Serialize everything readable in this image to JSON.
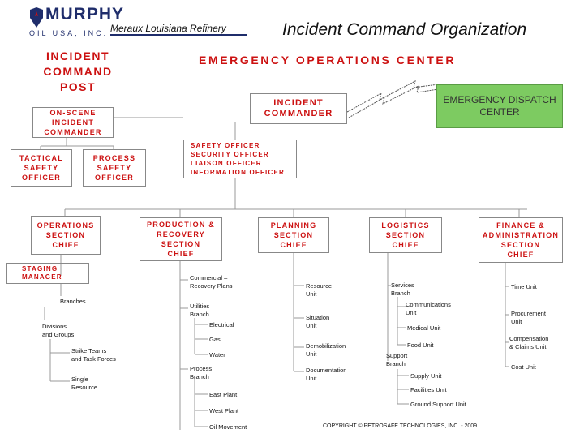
{
  "header": {
    "logo_text": "MURPHY",
    "logo_sub": "OIL USA, INC.",
    "refinery": "Meraux Louisiana Refinery",
    "title": "Incident Command Organization"
  },
  "left_title": "INCIDENT\nCOMMAND\nPOST",
  "eoc_title": "EMERGENCY OPERATIONS CENTER",
  "boxes": {
    "incident_commander": "INCIDENT\nCOMMANDER",
    "dispatch": "EMERGENCY DISPATCH\nCENTER",
    "onscene": "ON-SCENE\nINCIDENT\nCOMMANDER",
    "tactical": "TACTICAL\nSAFETY\nOFFICER",
    "process_safety": "PROCESS\nSAFETY\nOFFICER",
    "officers": "SAFETY OFFICER\nSECURITY OFFICER\nLIAISON OFFICER\nINFORMATION OFFICER",
    "operations": "OPERATIONS\nSECTION\nCHIEF",
    "production": "PRODUCTION &\nRECOVERY\nSECTION\nCHIEF",
    "planning": "PLANNING\nSECTION\nCHIEF",
    "logistics": "LOGISTICS\nSECTION\nCHIEF",
    "finance": "FINANCE &\nADMINISTRATION\nSECTION\nCHIEF",
    "staging": "STAGING\nMANAGER"
  },
  "operations_items": {
    "branches": "Branches",
    "divisions": "Divisions\nand Groups",
    "strike": "Strike Teams\nand Task Forces",
    "single": "Single\nResource"
  },
  "production_items": {
    "commercial": "Commercial –\nRecovery Plans",
    "utilities": "Utilities\nBranch",
    "electrical": "Electrical",
    "gas": "Gas",
    "water": "Water",
    "process": "Process\nBranch",
    "east": "East Plant",
    "west": "West Plant",
    "oil": "Oil Movement"
  },
  "planning_items": {
    "resource": "Resource\nUnit",
    "situation": "Situation\nUnit",
    "demob": "Demobilization\nUnit",
    "documentation": "Documentation\nUnit"
  },
  "logistics_items": {
    "services": "Services\nBranch",
    "comms": "Communications\nUnit",
    "medical": "Medical Unit",
    "food": "Food Unit",
    "support": "Support\nBranch",
    "supply": "Supply Unit",
    "facilities": "Facilities Unit",
    "ground": "Ground Support Unit"
  },
  "finance_items": {
    "time": "Time Unit",
    "procurement": "Procurement\nUnit",
    "compensation": "Compensation\n& Claims Unit",
    "cost": "Cost Unit"
  },
  "copyright": "COPYRIGHT © PETROSAFE TECHNOLOGIES, INC. - 2009",
  "colors": {
    "red": "#cc1111",
    "green": "#7dcb61",
    "navy": "#1f2d6b"
  }
}
